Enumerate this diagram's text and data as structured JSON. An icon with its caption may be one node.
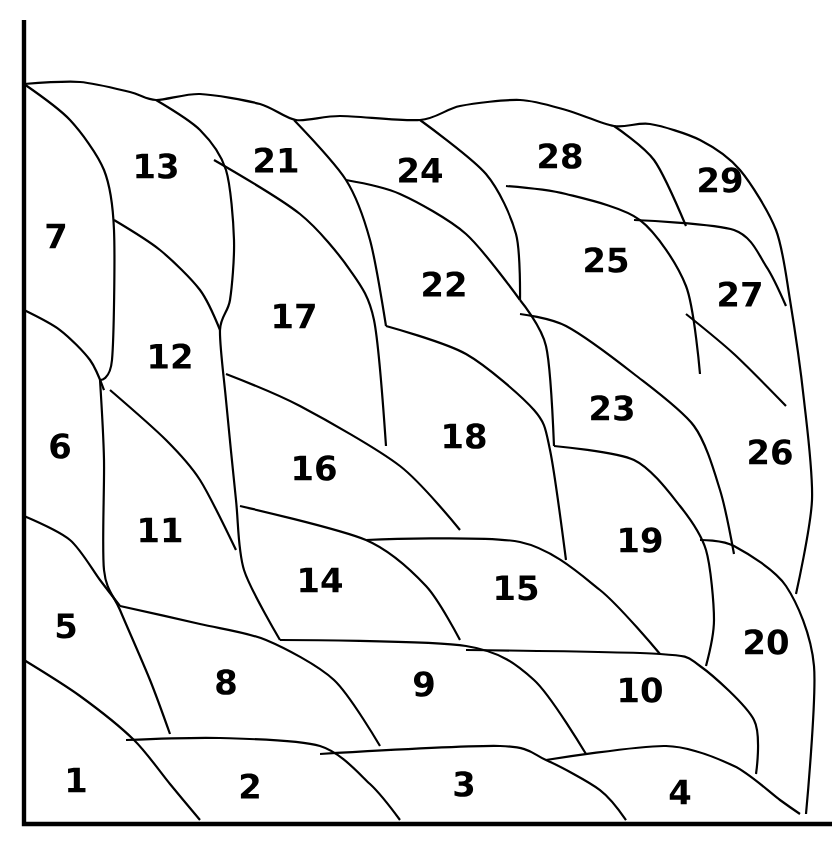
{
  "diagram": {
    "nodes": [
      {
        "text": [
          "1"
        ]
      },
      {
        "text": [
          "2"
        ]
      },
      {
        "text": [
          "3"
        ]
      },
      {
        "text": [
          "4"
        ]
      },
      {
        "text": [
          "5"
        ]
      },
      {
        "text": [
          "6"
        ]
      },
      {
        "text": [
          "7"
        ]
      },
      {
        "text": [
          "8"
        ]
      },
      {
        "text": [
          "9"
        ]
      },
      {
        "text": [
          "10"
        ]
      },
      {
        "text": [
          "11"
        ]
      },
      {
        "text": [
          "12"
        ]
      },
      {
        "text": [
          "13"
        ]
      },
      {
        "text": [
          "14"
        ]
      },
      {
        "text": [
          "15"
        ]
      },
      {
        "text": [
          "16"
        ]
      },
      {
        "text": [
          "17"
        ]
      },
      {
        "text": [
          "18"
        ]
      },
      {
        "text": [
          "19"
        ]
      },
      {
        "text": [
          "20"
        ]
      },
      {
        "text": [
          "21"
        ]
      },
      {
        "text": [
          "22"
        ]
      },
      {
        "text": [
          "23"
        ]
      },
      {
        "text": [
          "24"
        ]
      },
      {
        "text": [
          "25"
        ]
      },
      {
        "text": [
          "26"
        ]
      },
      {
        "text": [
          "27"
        ]
      },
      {
        "text": [
          "28"
        ]
      },
      {
        "text": [
          "29"
        ]
      }
    ]
  }
}
